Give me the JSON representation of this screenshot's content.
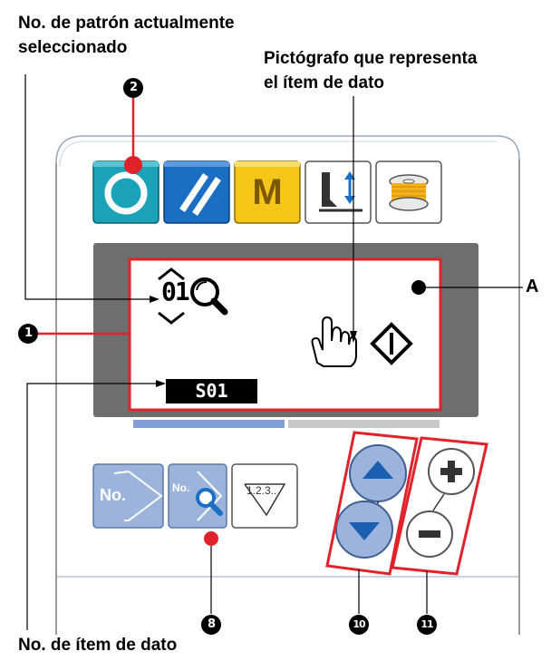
{
  "labels": {
    "current_pattern_line1": "No. de patrón actualmente",
    "current_pattern_line2": "seleccionado",
    "pictograph_line1": "Pictógrafo que representa",
    "pictograph_line2": "el ítem de dato",
    "data_item_no": "No. de ítem de dato",
    "area_a": "A"
  },
  "callouts": {
    "c1": "1",
    "c2": "2",
    "c8": "8",
    "c10": "10",
    "c11": "11"
  },
  "display": {
    "pattern_no": "01",
    "data_item_badge": "S01"
  },
  "keys": {
    "m_key": "M",
    "no_key": "No.",
    "no_search_key": "No.",
    "count_key": "1.2.3.."
  },
  "colors": {
    "callout_red": "#e0222a",
    "ready_key": "#1aa3b8",
    "reset_key": "#1a6fc4",
    "mode_key": "#f5c518",
    "light_key": "#9cb4db",
    "panel_gray": "#6e6e6e",
    "screen": "#ffffff"
  },
  "icons": [
    "ready-ring-icon",
    "reset-slash-icon",
    "presser-foot-icon",
    "bobbin-icon",
    "magnifier-icon",
    "hand-pointer-icon",
    "start-diamond-icon",
    "up-triangle-icon",
    "down-triangle-icon",
    "plus-icon",
    "minus-icon"
  ]
}
